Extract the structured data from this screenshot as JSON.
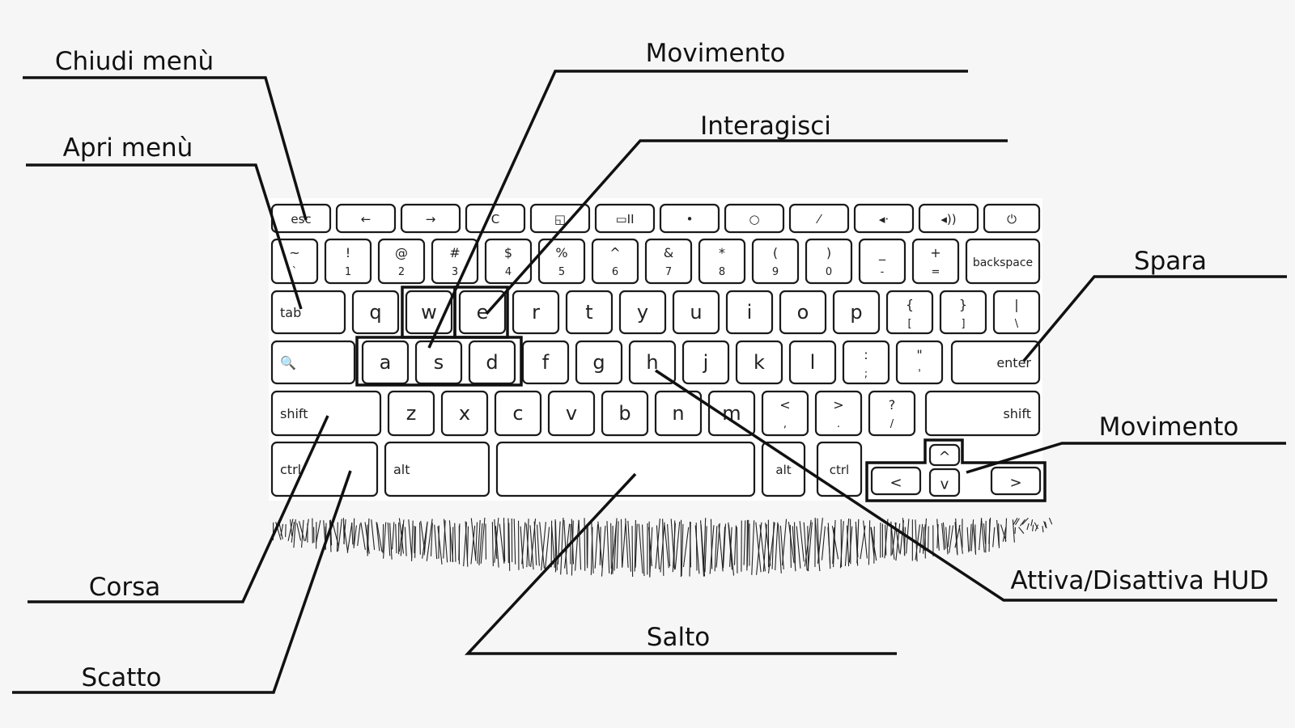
{
  "keyboard": {
    "rows": [
      [
        {
          "id": "esc",
          "top": "esc"
        },
        {
          "id": "back",
          "top": "←"
        },
        {
          "id": "forward",
          "top": "→"
        },
        {
          "id": "refresh",
          "top": "C"
        },
        {
          "id": "fullscreen",
          "top": "◱"
        },
        {
          "id": "overview",
          "top": "▭II"
        },
        {
          "id": "bright-down",
          "top": "•"
        },
        {
          "id": "bright-up",
          "top": "○"
        },
        {
          "id": "mute",
          "top": "⁄"
        },
        {
          "id": "vol-down",
          "top": "◂·"
        },
        {
          "id": "vol-up",
          "top": "◂))"
        },
        {
          "id": "power",
          "top": "⏻"
        }
      ],
      [
        {
          "id": "tilde",
          "top": "~",
          "bottom": "`"
        },
        {
          "id": "1",
          "top": "!",
          "bottom": "1"
        },
        {
          "id": "2",
          "top": "@",
          "bottom": "2"
        },
        {
          "id": "3",
          "top": "#",
          "bottom": "3"
        },
        {
          "id": "4",
          "top": "$",
          "bottom": "4"
        },
        {
          "id": "5",
          "top": "%",
          "bottom": "5"
        },
        {
          "id": "6",
          "top": "^",
          "bottom": "6"
        },
        {
          "id": "7",
          "top": "&",
          "bottom": "7"
        },
        {
          "id": "8",
          "top": "*",
          "bottom": "8"
        },
        {
          "id": "9",
          "top": "(",
          "bottom": "9"
        },
        {
          "id": "0",
          "top": ")",
          "bottom": "0"
        },
        {
          "id": "minus",
          "top": "_",
          "bottom": "-"
        },
        {
          "id": "equals",
          "top": "+",
          "bottom": "="
        },
        {
          "id": "backspace",
          "label": "backspace"
        }
      ],
      [
        {
          "id": "tab",
          "label": "tab"
        },
        {
          "id": "q",
          "label": "q"
        },
        {
          "id": "w",
          "label": "w"
        },
        {
          "id": "e",
          "label": "e"
        },
        {
          "id": "r",
          "label": "r"
        },
        {
          "id": "t",
          "label": "t"
        },
        {
          "id": "y",
          "label": "y"
        },
        {
          "id": "u",
          "label": "u"
        },
        {
          "id": "i",
          "label": "i"
        },
        {
          "id": "o",
          "label": "o"
        },
        {
          "id": "p",
          "label": "p"
        },
        {
          "id": "lbracket",
          "top": "{",
          "bottom": "["
        },
        {
          "id": "rbracket",
          "top": "}",
          "bottom": "]"
        },
        {
          "id": "backslash",
          "top": "|",
          "bottom": "\\"
        }
      ],
      [
        {
          "id": "search",
          "label": "🔍"
        },
        {
          "id": "a",
          "label": "a"
        },
        {
          "id": "s",
          "label": "s"
        },
        {
          "id": "d",
          "label": "d"
        },
        {
          "id": "f",
          "label": "f"
        },
        {
          "id": "g",
          "label": "g"
        },
        {
          "id": "h",
          "label": "h"
        },
        {
          "id": "j",
          "label": "j"
        },
        {
          "id": "k",
          "label": "k"
        },
        {
          "id": "l",
          "label": "l"
        },
        {
          "id": "semicolon",
          "top": ":",
          "bottom": ";"
        },
        {
          "id": "quote",
          "top": "\"",
          "bottom": "'"
        },
        {
          "id": "enter",
          "label": "enter"
        }
      ],
      [
        {
          "id": "lshift",
          "label": "shift"
        },
        {
          "id": "z",
          "label": "z"
        },
        {
          "id": "x",
          "label": "x"
        },
        {
          "id": "c",
          "label": "c"
        },
        {
          "id": "v",
          "label": "v"
        },
        {
          "id": "b",
          "label": "b"
        },
        {
          "id": "n",
          "label": "n"
        },
        {
          "id": "m",
          "label": "m"
        },
        {
          "id": "comma",
          "top": "<",
          "bottom": ","
        },
        {
          "id": "period",
          "top": ">",
          "bottom": "."
        },
        {
          "id": "slash",
          "top": "?",
          "bottom": "/"
        },
        {
          "id": "rshift",
          "label": "shift"
        }
      ],
      [
        {
          "id": "lctrl",
          "label": "ctrl"
        },
        {
          "id": "lalt",
          "label": "alt"
        },
        {
          "id": "space",
          "label": ""
        },
        {
          "id": "ralt",
          "label": "alt"
        },
        {
          "id": "rctrl",
          "label": "ctrl"
        },
        {
          "id": "arrow-left",
          "label": "<"
        },
        {
          "id": "arrow-up",
          "label": "^"
        },
        {
          "id": "arrow-down",
          "label": "v"
        },
        {
          "id": "arrow-right",
          "label": ">"
        }
      ]
    ]
  },
  "callouts": [
    {
      "id": "chiudi-menu",
      "label": "Chiudi menù"
    },
    {
      "id": "apri-menu",
      "label": "Apri menù"
    },
    {
      "id": "movimento-wasd",
      "label": "Movimento"
    },
    {
      "id": "interagisci",
      "label": "Interagisci"
    },
    {
      "id": "spara",
      "label": "Spara"
    },
    {
      "id": "movimento-frecce",
      "label": "Movimento"
    },
    {
      "id": "attiva-hud",
      "label": "Attiva/Disattiva HUD"
    },
    {
      "id": "salto",
      "label": "Salto"
    },
    {
      "id": "corsa",
      "label": "Corsa"
    },
    {
      "id": "scatto",
      "label": "Scatto"
    }
  ]
}
